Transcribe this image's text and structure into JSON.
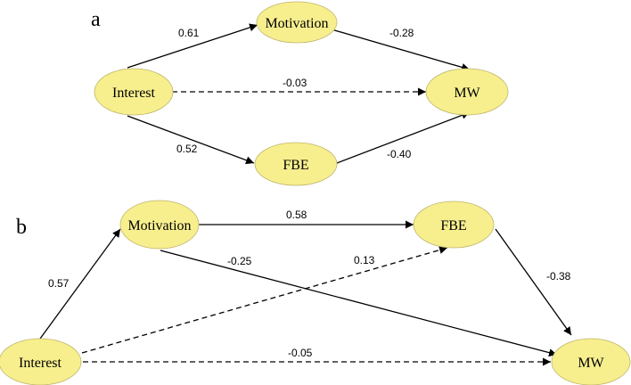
{
  "panels": [
    {
      "letter": "a",
      "nodes": {
        "interest": "Interest",
        "motivation": "Motivation",
        "mw": "MW",
        "fbe": "FBE"
      },
      "paths": [
        {
          "from": "interest",
          "to": "motivation",
          "coef": "0.61",
          "style": "solid"
        },
        {
          "from": "motivation",
          "to": "mw",
          "coef": "-0.28",
          "style": "solid"
        },
        {
          "from": "interest",
          "to": "mw",
          "coef": "-0.03",
          "style": "dashed"
        },
        {
          "from": "interest",
          "to": "fbe",
          "coef": "0.52",
          "style": "solid"
        },
        {
          "from": "fbe",
          "to": "mw",
          "coef": "-0.40",
          "style": "solid"
        }
      ]
    },
    {
      "letter": "b",
      "nodes": {
        "interest": "Interest",
        "motivation": "Motivation",
        "fbe": "FBE",
        "mw": "MW"
      },
      "paths": [
        {
          "from": "interest",
          "to": "motivation",
          "coef": "0.57",
          "style": "solid"
        },
        {
          "from": "motivation",
          "to": "fbe",
          "coef": "0.58",
          "style": "solid"
        },
        {
          "from": "motivation",
          "to": "mw",
          "coef": "-0.25",
          "style": "solid"
        },
        {
          "from": "interest",
          "to": "fbe",
          "coef": "0.13",
          "style": "dashed"
        },
        {
          "from": "fbe",
          "to": "mw",
          "coef": "-0.38",
          "style": "solid"
        },
        {
          "from": "interest",
          "to": "mw",
          "coef": "-0.05",
          "style": "dashed"
        }
      ]
    }
  ],
  "colors": {
    "node_fill": "#f7ef8e",
    "node_stroke": "#bfb46a",
    "edge": "#000000"
  }
}
